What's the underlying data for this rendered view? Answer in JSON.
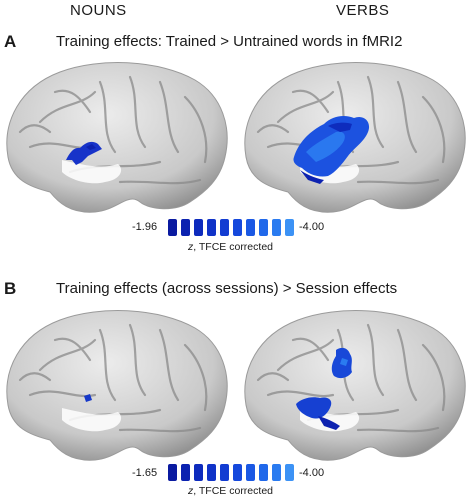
{
  "columns": {
    "left": "NOUNS",
    "right": "VERBS"
  },
  "colors": [
    "#0a1aa0",
    "#0b22b0",
    "#0d2bbd",
    "#1033c8",
    "#123cd2",
    "#1548dc",
    "#1a58e4",
    "#2068ea",
    "#2a7bf0",
    "#3c92f5"
  ],
  "panels": [
    {
      "letter": "A",
      "title": "Training effects: Trained > Untrained words in fMRI2",
      "colorbar": {
        "min_label": "-1.96",
        "max_label": "-4.00",
        "caption_var": "z",
        "caption_rest": ", TFCE corrected"
      }
    },
    {
      "letter": "B",
      "title": "Training effects (across sessions) > Session effects",
      "colorbar": {
        "min_label": "-1.65",
        "max_label": "-4.00",
        "caption_var": "z",
        "caption_rest": ", TFCE corrected"
      }
    }
  ]
}
